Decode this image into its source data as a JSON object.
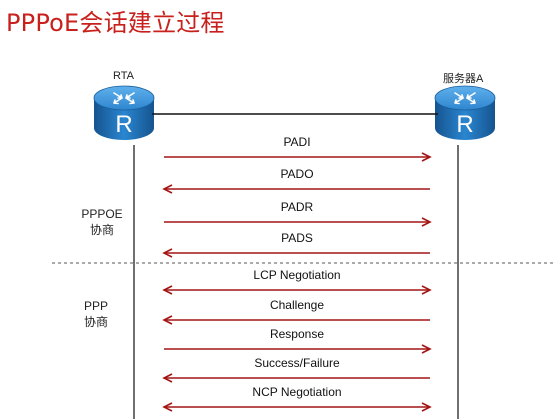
{
  "title": "PPPoE会话建立过程",
  "nodes": {
    "left": "RTA",
    "right": "服务器A",
    "router_glyph": "R"
  },
  "phases": [
    {
      "line1": "PPPOE",
      "line2": "协商"
    },
    {
      "line1": "PPP",
      "line2": "协商"
    }
  ],
  "messages": [
    {
      "label": "PADI",
      "direction": "right"
    },
    {
      "label": "PADO",
      "direction": "left"
    },
    {
      "label": "PADR",
      "direction": "right"
    },
    {
      "label": "PADS",
      "direction": "left"
    },
    {
      "label": "LCP Negotiation",
      "direction": "both"
    },
    {
      "label": "Challenge",
      "direction": "left"
    },
    {
      "label": "Response",
      "direction": "right"
    },
    {
      "label": "Success/Failure",
      "direction": "left"
    },
    {
      "label": "NCP Negotiation",
      "direction": "both"
    }
  ],
  "colors": {
    "title": "#c8201c",
    "arrow": "#a31515",
    "router_body": "#1f6fb5"
  }
}
